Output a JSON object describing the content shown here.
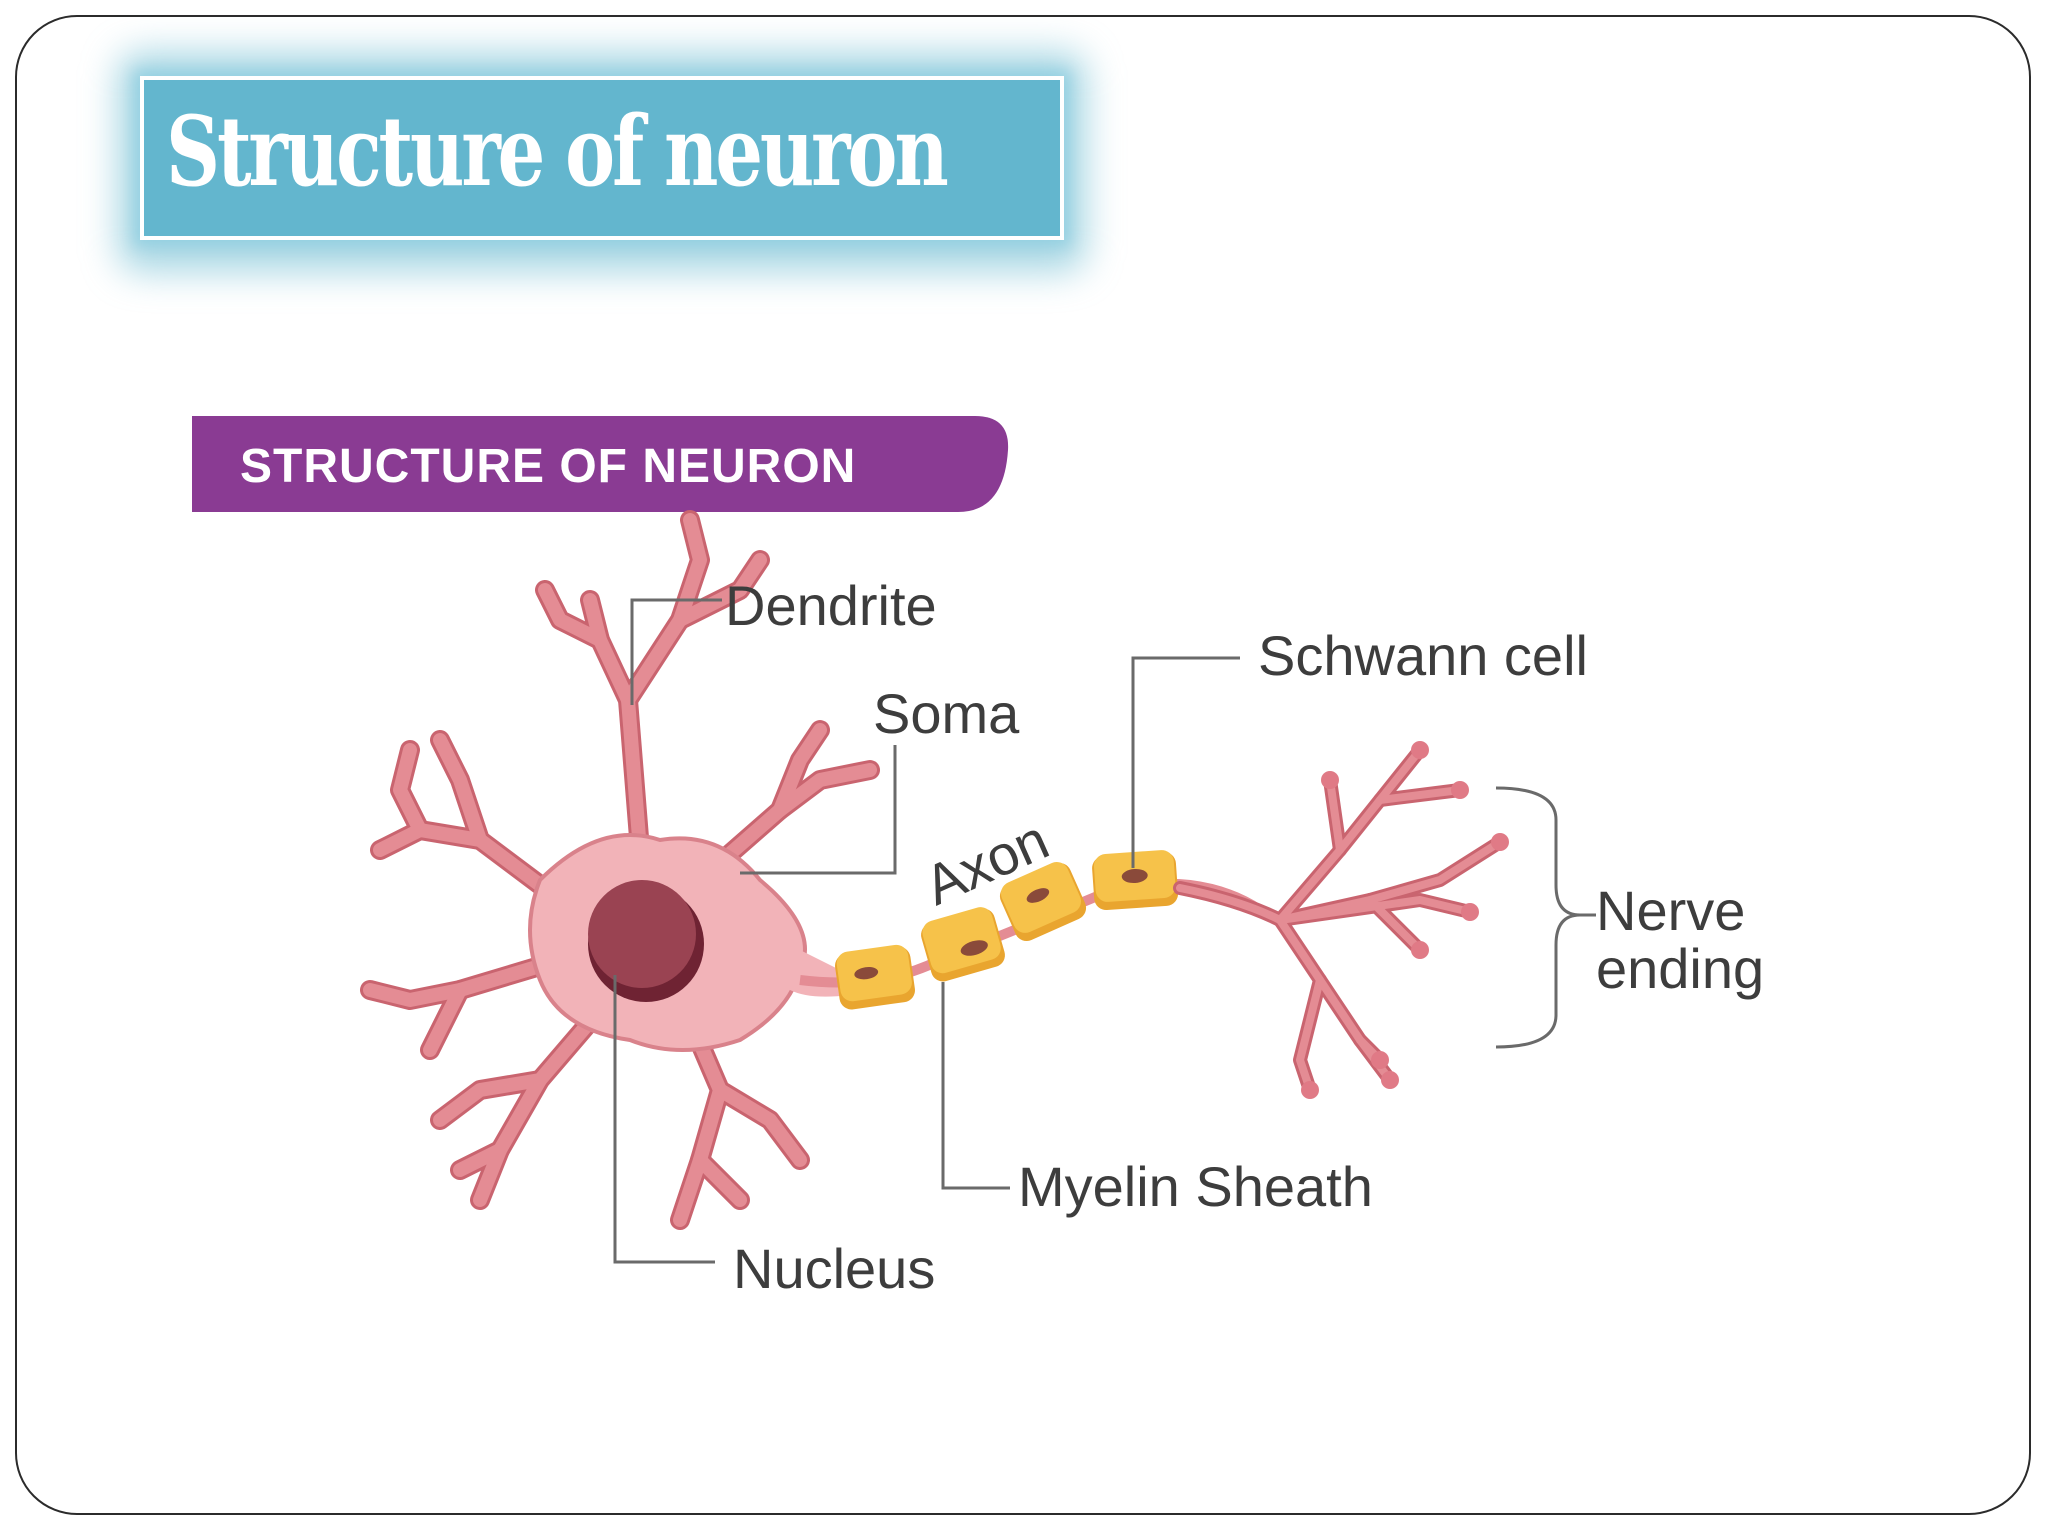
{
  "slide": {
    "title": "Structure of neuron"
  },
  "diagram": {
    "banner": "STRUCTURE OF NEURON",
    "labels": {
      "dendrite": "Dendrite",
      "soma": "Soma",
      "axon": "Axon",
      "schwann_cell": "Schwann cell",
      "nerve_ending_line1": "Nerve",
      "nerve_ending_line2": "ending",
      "myelin_sheath": "Myelin Sheath",
      "nucleus": "Nucleus"
    },
    "colors": {
      "title_box": "#63b6ce",
      "banner": "#8a3b93",
      "soma": "#f2b3b8",
      "dendrite": "#e48c94",
      "nucleus": "#8e3645",
      "myelin": "#f0b43c",
      "schwann_nucleus": "#8a4a3a"
    }
  }
}
